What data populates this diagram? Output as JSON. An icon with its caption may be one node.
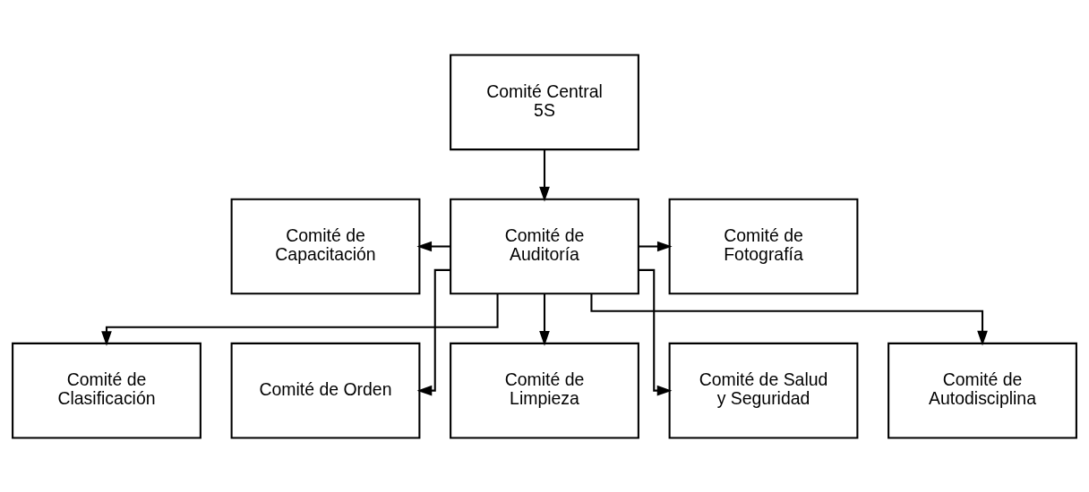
{
  "diagram": {
    "nodes": [
      {
        "text": [
          "Comité Central 5S"
        ]
      },
      {
        "text": [
          "Comité de Capacitación"
        ]
      },
      {
        "text": [
          "Comité de Auditoría"
        ]
      },
      {
        "text": [
          "Comité de Fotografía"
        ]
      },
      {
        "text": [
          "Comité de Clasificación"
        ]
      },
      {
        "text": [
          "Comité de Orden"
        ]
      },
      {
        "text": [
          "Comité de Limpieza"
        ]
      },
      {
        "text": [
          "Comité de Salud y Seguridad"
        ]
      },
      {
        "text": [
          "Comité de Autodisciplina"
        ]
      }
    ],
    "edges": [
      {
        "from": 0,
        "to": 2,
        "arrow": "to"
      },
      {
        "from": 2,
        "to": 1,
        "arrow": "to"
      },
      {
        "from": 2,
        "to": 3,
        "arrow": "to"
      },
      {
        "from": 2,
        "to": 4,
        "arrow": "to"
      },
      {
        "from": 2,
        "to": 5,
        "arrow": "to"
      },
      {
        "from": 2,
        "to": 6,
        "arrow": "to"
      },
      {
        "from": 2,
        "to": 7,
        "arrow": "to"
      },
      {
        "from": 2,
        "to": 8,
        "arrow": "to"
      }
    ]
  }
}
